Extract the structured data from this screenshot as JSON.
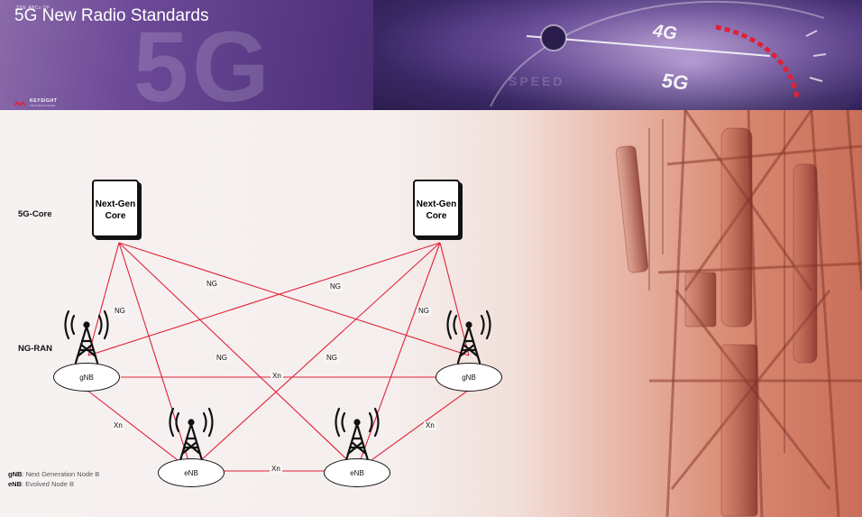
{
  "banner": {
    "kicker": "THE ABCs OF",
    "title": "5G New Radio Standards",
    "watermark": "5G",
    "brand": "KEYSIGHT",
    "brand_sub": "TECHNOLOGIES",
    "gauge_speed_word": "SPEED",
    "gauge_label_4g": "4G",
    "gauge_label_5g": "5G"
  },
  "diagram": {
    "layers": {
      "core": "5G-Core",
      "ran": "NG-RAN"
    },
    "core_left": {
      "line1": "Next-Gen",
      "line2": "Core"
    },
    "core_right": {
      "line1": "Next-Gen",
      "line2": "Core"
    },
    "nodes": {
      "gnb_left": "gNB",
      "gnb_right": "gNB",
      "enb_left": "eNB",
      "enb_right": "eNB"
    },
    "link_labels": {
      "ng_left_vertical": "NG",
      "ng_top_left": "NG",
      "ng_top_right": "NG",
      "ng_right_vertical": "NG",
      "ng_mid_left": "NG",
      "ng_mid_right": "NG",
      "xn_top": "Xn",
      "xn_left": "Xn",
      "xn_bottom": "Xn",
      "xn_right": "Xn"
    },
    "legend": {
      "gnb_term": "gNB",
      "gnb_def": ": Next Generation Node B",
      "enb_term": "eNB",
      "enb_def": ": Evolved Node B"
    },
    "colors": {
      "link": "#e0213a",
      "outline": "#111111"
    }
  }
}
